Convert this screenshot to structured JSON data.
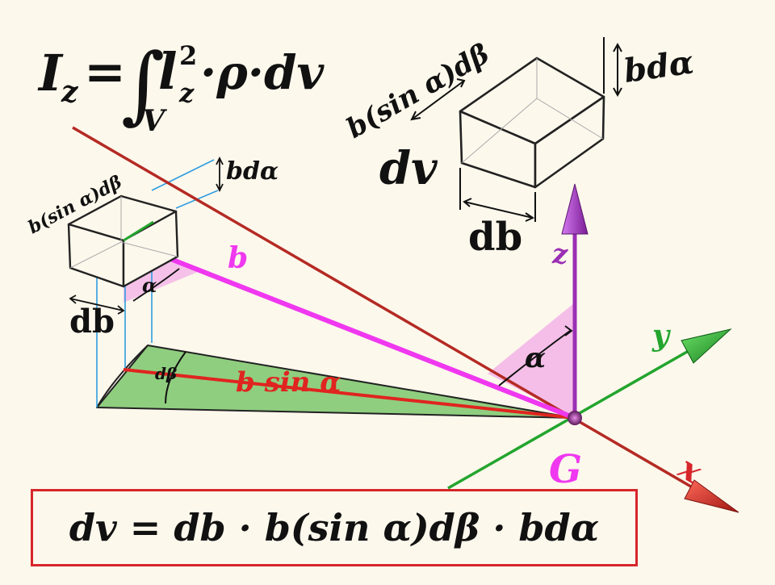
{
  "inertia_formula": {
    "lhs": "I",
    "lhs_sub": "z",
    "equals": "=",
    "integral": "∫",
    "domain": "V",
    "l": "l",
    "l_sup": "2",
    "l_sub": "z",
    "rest": "·ρ·dv"
  },
  "small_block": {
    "width_label": "b(sin α)dβ",
    "height_label": "bdα",
    "depth_label": "db"
  },
  "large_block": {
    "width_label": "b(sin α)dβ",
    "height_label": "bdα",
    "depth_label": "db",
    "volume_label": "dv"
  },
  "labels": {
    "b": "b",
    "b_sin_alpha": "b sin α",
    "d_beta": "dβ",
    "alpha_small": "α",
    "alpha_large": "α",
    "origin": "G",
    "axis_x": "x",
    "axis_y": "y",
    "axis_z": "z"
  },
  "bottom_formula": "dv = db · b(sin α)dβ · bdα",
  "colors": {
    "background": "#fdf8ec",
    "x_axis": "#b52a24",
    "y_axis": "#23a52e",
    "z_axis": "#9a2fb5",
    "b_line": "#ef38ef",
    "b_sin_line": "#e0241f",
    "sector_green": "#8fce7f",
    "alpha_pink": "#f3b7e8",
    "origin_label": "#ef38ef",
    "formula_border": "#d6262a",
    "guide_blue": "#2f9de0"
  }
}
